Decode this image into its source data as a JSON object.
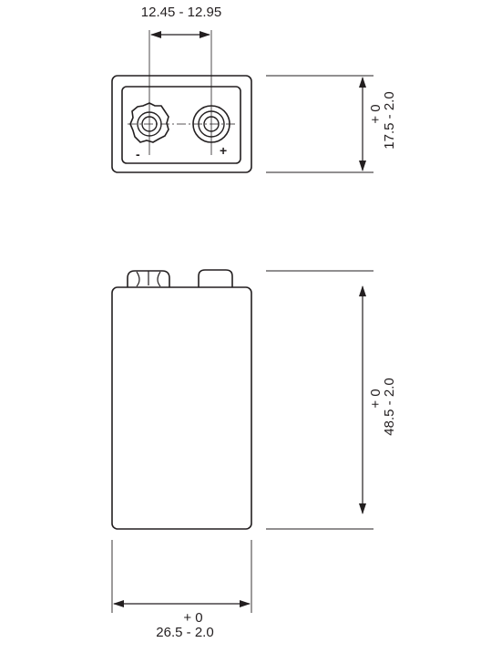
{
  "top_view": {
    "terminal_spacing_label": "12.45 - 12.95",
    "negative_symbol": "-",
    "positive_symbol": "+"
  },
  "dimensions": {
    "depth": {
      "upper_tolerance": "+ 0",
      "value_label": "17.5 - 2.0"
    },
    "height": {
      "upper_tolerance": "+ 0",
      "value_label": "48.5 - 2.0"
    },
    "width": {
      "upper_tolerance": "+ 0",
      "value_label": "26.5 - 2.0"
    }
  },
  "colors": {
    "line": "#231f20",
    "background": "#ffffff"
  }
}
